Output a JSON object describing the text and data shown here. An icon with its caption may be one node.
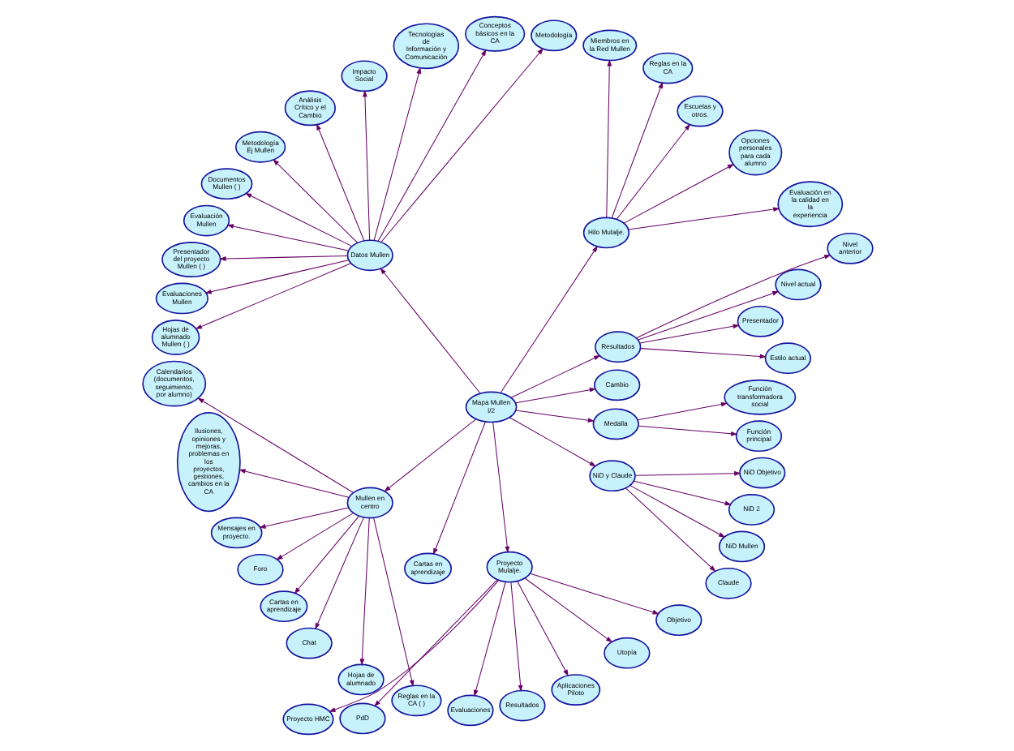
{
  "diagram": {
    "nodes": [
      {
        "text": [
          "Mapa Mullen I/2"
        ]
      },
      {
        "text": [
          "Cambio"
        ]
      },
      {
        "text": [
          "Resultados"
        ]
      },
      {
        "text": [
          "Estilo actual"
        ]
      },
      {
        "text": [
          "Presentador"
        ]
      },
      {
        "text": [
          "Nivel actual"
        ]
      },
      {
        "text": [
          "Nivel anterior"
        ]
      },
      {
        "text": [
          "Hilo Mulalje."
        ]
      },
      {
        "text": [
          "Evaluación en la calidad en la experiencia"
        ]
      },
      {
        "text": [
          "Opciones personales para cada alumno"
        ]
      },
      {
        "text": [
          "Escuelas y otros."
        ]
      },
      {
        "text": [
          "Reglas en la CA"
        ]
      },
      {
        "text": [
          "Miembros en la Red Mullen"
        ]
      },
      {
        "text": [
          "Datos Mullen"
        ]
      },
      {
        "text": [
          "Metodología"
        ]
      },
      {
        "text": [
          "Conceptos básicos en la CA"
        ]
      },
      {
        "text": [
          "Tecnologías de Información y Comunicación"
        ]
      },
      {
        "text": [
          "Impacto Social"
        ]
      },
      {
        "text": [
          "Análisis Crítico y el Cambio"
        ]
      },
      {
        "text": [
          "Metodología Ej Mullen"
        ]
      },
      {
        "text": [
          "Documentos Mullen ( )"
        ]
      },
      {
        "text": [
          "Evaluación Mullen"
        ]
      },
      {
        "text": [
          "Presentador del proyecto Mullen ( )"
        ]
      },
      {
        "text": [
          "Evaluaciones Mullen"
        ]
      },
      {
        "text": [
          "Hojas de alumnado Mullen ( )"
        ]
      },
      {
        "text": [
          "Mullen en centro"
        ]
      },
      {
        "text": [
          "Calendarios (documentos, seguimiento, por alumno)"
        ]
      },
      {
        "text": [
          "Ilusiones, opiniones y mejoras, problemas en los proyectos, gestiones, cambios en la CA"
        ]
      },
      {
        "text": [
          "Mensajes en proyecto."
        ]
      },
      {
        "text": [
          "Foro"
        ]
      },
      {
        "text": [
          "Cartas en aprendizaje"
        ]
      },
      {
        "text": [
          "Chat"
        ]
      },
      {
        "text": [
          "Hojas de alumnado"
        ]
      },
      {
        "text": [
          "Reglas en la CA ( )"
        ]
      },
      {
        "text": [
          "Cartas en aprendizaje"
        ]
      },
      {
        "text": [
          "Proyecto Mulalje."
        ]
      },
      {
        "text": [
          "Proyecto HMC"
        ]
      },
      {
        "text": [
          "PdD"
        ]
      },
      {
        "text": [
          "Evaluaciones"
        ]
      },
      {
        "text": [
          "Resultados"
        ]
      },
      {
        "text": [
          "Aplicaciones Piloto"
        ]
      },
      {
        "text": [
          "Utopía"
        ]
      },
      {
        "text": [
          "Objetivo"
        ]
      },
      {
        "text": [
          "NiD y Claude"
        ]
      },
      {
        "text": [
          "Claude"
        ]
      },
      {
        "text": [
          "NiD Mullen"
        ]
      },
      {
        "text": [
          "NiD 2"
        ]
      },
      {
        "text": [
          "NiD Objetivo"
        ]
      },
      {
        "text": [
          "Medalla"
        ]
      },
      {
        "text": [
          "Función principal"
        ]
      },
      {
        "text": [
          "Función transformadora social"
        ]
      }
    ],
    "edges": [
      {
        "from": 0,
        "to": 1,
        "arrow": "to"
      },
      {
        "from": 0,
        "to": 2,
        "arrow": "to"
      },
      {
        "from": 2,
        "to": 3,
        "arrow": "to"
      },
      {
        "from": 2,
        "to": 4,
        "arrow": "to"
      },
      {
        "from": 2,
        "to": 5,
        "arrow": "to"
      },
      {
        "from": 2,
        "to": 6,
        "arrow": "to"
      },
      {
        "from": 0,
        "to": 7,
        "arrow": "to"
      },
      {
        "from": 7,
        "to": 8,
        "arrow": "to"
      },
      {
        "from": 7,
        "to": 9,
        "arrow": "to"
      },
      {
        "from": 7,
        "to": 10,
        "arrow": "to"
      },
      {
        "from": 7,
        "to": 11,
        "arrow": "to"
      },
      {
        "from": 7,
        "to": 12,
        "arrow": "to"
      },
      {
        "from": 0,
        "to": 13,
        "arrow": "to"
      },
      {
        "from": 13,
        "to": 14,
        "arrow": "to"
      },
      {
        "from": 13,
        "to": 15,
        "arrow": "to"
      },
      {
        "from": 13,
        "to": 16,
        "arrow": "to"
      },
      {
        "from": 13,
        "to": 17,
        "arrow": "to"
      },
      {
        "from": 13,
        "to": 18,
        "arrow": "to"
      },
      {
        "from": 13,
        "to": 19,
        "arrow": "to"
      },
      {
        "from": 13,
        "to": 20,
        "arrow": "to"
      },
      {
        "from": 13,
        "to": 21,
        "arrow": "to"
      },
      {
        "from": 13,
        "to": 22,
        "arrow": "to"
      },
      {
        "from": 13,
        "to": 23,
        "arrow": "to"
      },
      {
        "from": 13,
        "to": 24,
        "arrow": "to"
      },
      {
        "from": 0,
        "to": 25,
        "arrow": "to"
      },
      {
        "from": 25,
        "to": 26,
        "arrow": "to"
      },
      {
        "from": 25,
        "to": 27,
        "arrow": "to"
      },
      {
        "from": 25,
        "to": 28,
        "arrow": "to"
      },
      {
        "from": 25,
        "to": 29,
        "arrow": "to"
      },
      {
        "from": 25,
        "to": 30,
        "arrow": "to"
      },
      {
        "from": 25,
        "to": 31,
        "arrow": "to"
      },
      {
        "from": 25,
        "to": 32,
        "arrow": "to"
      },
      {
        "from": 25,
        "to": 33,
        "arrow": "to"
      },
      {
        "from": 0,
        "to": 34,
        "arrow": "to"
      },
      {
        "from": 0,
        "to": 35,
        "arrow": "to"
      },
      {
        "from": 35,
        "to": 36,
        "arrow": "to"
      },
      {
        "from": 35,
        "to": 37,
        "arrow": "to"
      },
      {
        "from": 35,
        "to": 38,
        "arrow": "to"
      },
      {
        "from": 35,
        "to": 39,
        "arrow": "to"
      },
      {
        "from": 35,
        "to": 40,
        "arrow": "to"
      },
      {
        "from": 35,
        "to": 41,
        "arrow": "to"
      },
      {
        "from": 35,
        "to": 42,
        "arrow": "to"
      },
      {
        "from": 0,
        "to": 43,
        "arrow": "to"
      },
      {
        "from": 43,
        "to": 44,
        "arrow": "to"
      },
      {
        "from": 43,
        "to": 45,
        "arrow": "to"
      },
      {
        "from": 43,
        "to": 46,
        "arrow": "to"
      },
      {
        "from": 43,
        "to": 47,
        "arrow": "to"
      },
      {
        "from": 0,
        "to": 48,
        "arrow": "to"
      },
      {
        "from": 48,
        "to": 49,
        "arrow": "to"
      },
      {
        "from": 48,
        "to": 50,
        "arrow": "to"
      }
    ]
  }
}
